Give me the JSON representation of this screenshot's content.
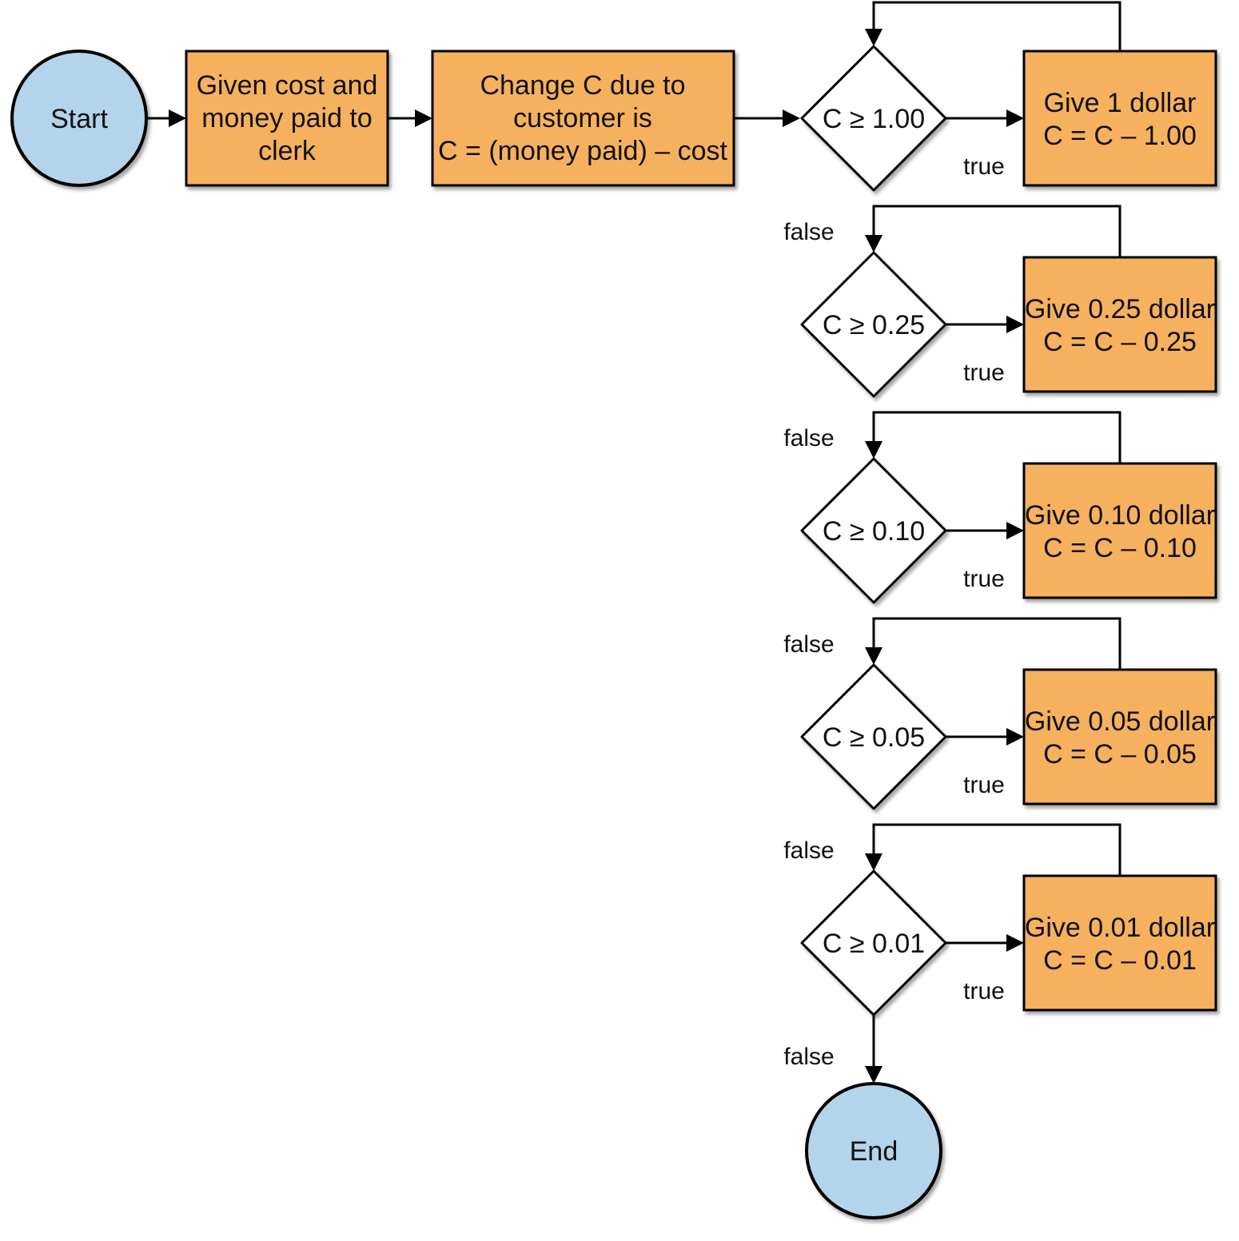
{
  "colors": {
    "terminal_fill": "#b3d4ea",
    "process_fill": "#f6b15f",
    "decision_fill": "#ffffff",
    "stroke": "#000000"
  },
  "nodes": {
    "start": {
      "label": "Start"
    },
    "input": {
      "lines": [
        "Given cost and",
        "money paid to",
        "clerk"
      ]
    },
    "compute": {
      "lines": [
        "Change C due to",
        "customer is",
        "C = (money paid) – cost"
      ]
    },
    "decisions": [
      {
        "condition": "C ≥ 1.00",
        "action": [
          "Give 1 dollar",
          "C = C – 1.00"
        ]
      },
      {
        "condition": "C ≥ 0.25",
        "action": [
          "Give 0.25 dollar",
          "C = C – 0.25"
        ]
      },
      {
        "condition": "C ≥ 0.10",
        "action": [
          "Give 0.10 dollar",
          "C = C – 0.10"
        ]
      },
      {
        "condition": "C ≥ 0.05",
        "action": [
          "Give 0.05 dollar",
          "C = C – 0.05"
        ]
      },
      {
        "condition": "C ≥ 0.01",
        "action": [
          "Give 0.01 dollar",
          "C = C – 0.01"
        ]
      }
    ],
    "end": {
      "label": "End"
    }
  },
  "edge_labels": {
    "true": "true",
    "false": "false"
  }
}
